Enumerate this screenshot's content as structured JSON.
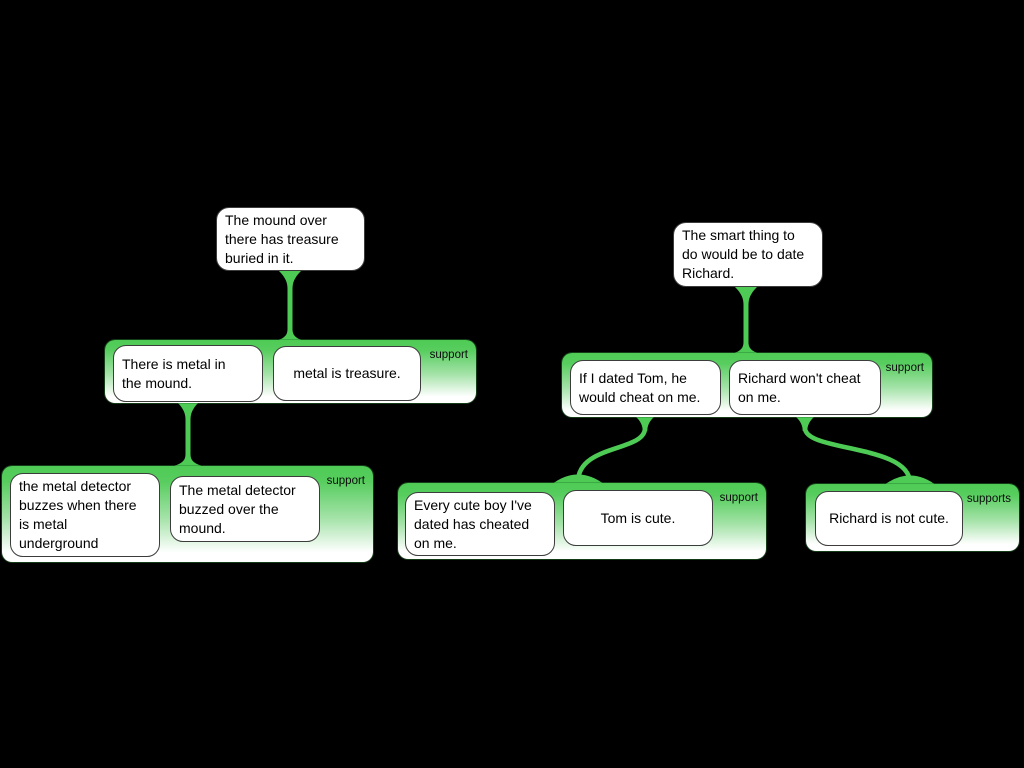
{
  "app": {
    "background": "#000000",
    "type": "argument-map"
  },
  "colors": {
    "connector_green": "#4ecb55",
    "group_gradient_top": "#4ecb55",
    "group_gradient_bottom": "#ffffff",
    "box_fill": "#ffffff",
    "box_border": "#3c3c3c",
    "text": "#000000"
  },
  "tree1": {
    "claim": "The mound over\nthere has treasure\nburied in it.",
    "group1": {
      "label": "support",
      "premise1": "There is metal in\nthe mound.",
      "premise2": "metal is treasure."
    },
    "group2": {
      "label": "support",
      "premise1": "the metal detector\nbuzzes when there\nis metal\nunderground",
      "premise2": "The metal detector\nbuzzed over the\nmound."
    }
  },
  "tree2": {
    "claim": "The smart thing to\ndo would be to date\nRichard.",
    "group1": {
      "label": "support",
      "premise1": "If I dated Tom, he\nwould cheat on me.",
      "premise2": "Richard won't cheat\non me."
    },
    "group2": {
      "label": "support",
      "premise1": "Every cute boy I've\ndated has cheated\non me.",
      "premise2": "Tom is cute."
    },
    "group3": {
      "label": "supports",
      "premise1": "Richard is not cute."
    }
  }
}
